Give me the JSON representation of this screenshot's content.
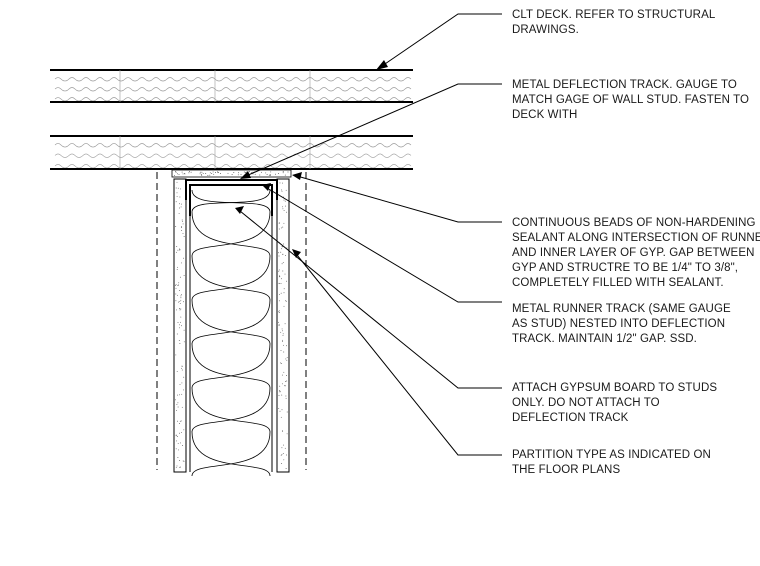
{
  "notes": [
    {
      "id": "clt-deck",
      "lines": [
        "CLT DECK. REFER TO STRUCTURAL",
        "DRAWINGS."
      ]
    },
    {
      "id": "deflection-track",
      "lines": [
        "METAL DEFLECTION TRACK. GAUGE TO",
        "MATCH GAGE OF WALL STUD. FASTEN TO",
        "DECK WITH"
      ]
    },
    {
      "id": "sealant",
      "lines": [
        "CONTINUOUS BEADS OF NON-HARDENING",
        "SEALANT ALONG INTERSECTION OF RUNNER",
        "AND INNER LAYER OF GYP. GAP BETWEEN",
        "GYP AND STRUCTRE TO BE 1/4\" TO 3/8\",",
        "COMPLETELY FILLED WITH SEALANT."
      ]
    },
    {
      "id": "runner-track",
      "lines": [
        "METAL RUNNER TRACK (SAME GAUGE",
        "AS STUD) NESTED INTO DEFLECTION",
        "TRACK. MAINTAIN 1/2\" GAP. SSD."
      ]
    },
    {
      "id": "gypsum-attach",
      "lines": [
        "ATTACH GYPSUM BOARD TO STUDS",
        "ONLY. DO NOT ATTACH TO",
        "DEFLECTION TRACK"
      ]
    },
    {
      "id": "partition-type",
      "lines": [
        "PARTITION TYPE AS INDICATED ON",
        "THE FLOOR PLANS"
      ]
    }
  ]
}
